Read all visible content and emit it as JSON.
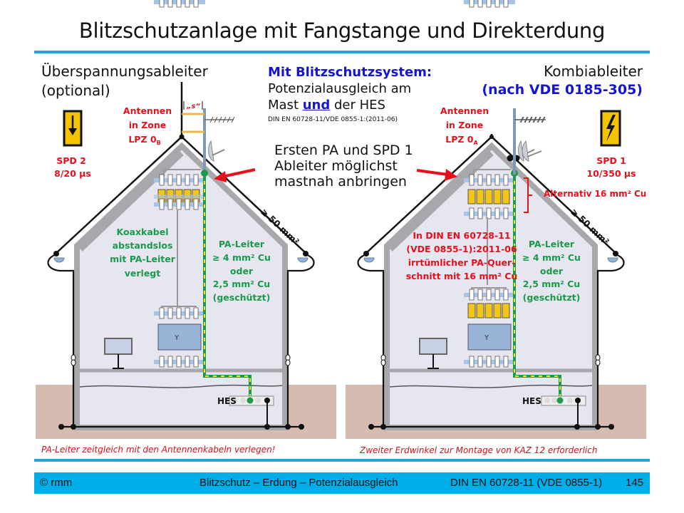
{
  "title": "Blitzschutzanlage mit Fangstange und Direkterdung",
  "left_heading": {
    "line1": "Überspannungsableiter",
    "line2": "(optional)"
  },
  "center_heading": {
    "line1": "Mit Blitzschutzsystem:",
    "line2": "Potenzialausgleich am",
    "line3_a": "Mast ",
    "line3_b": "und",
    "line3_c": " der HES",
    "norm": "DIN EN 60728-11/VDE 0855-1:(2011-06)"
  },
  "callout": {
    "line1": "Ersten PA und SPD 1",
    "line2": "Ableiter möglichst",
    "line3": "mastnah anbringen"
  },
  "right_heading": {
    "line1": "Kombiableiter",
    "line2": "(nach VDE 0185-305)"
  },
  "spd2": {
    "label": "SPD 2",
    "rating": "8/20 µs",
    "icon": "arrow-down-icon"
  },
  "spd1": {
    "label": "SPD 1",
    "rating": "10/350 µs",
    "icon": "lightning-icon"
  },
  "left_house": {
    "zone": [
      "Antennen",
      "in Zone",
      "LPZ 0"
    ],
    "zone_sub": "B",
    "distance": "„s“",
    "coax": [
      "Koaxkabel",
      "abstandslos",
      "mit PA-Leiter",
      "verlegt"
    ],
    "pa": [
      "PA-Leiter",
      "≥ 4 mm² Cu",
      "oder",
      "2,5 mm² Cu",
      "(geschützt)"
    ],
    "roof": "≥ 50 mm²",
    "hes": "HES"
  },
  "right_house": {
    "zone": [
      "Antennen",
      "in  Zone",
      "LPZ 0"
    ],
    "zone_sub": "A",
    "alternativ": "Alternativ 16 mm² Cu",
    "error": [
      "In DIN EN 60728-11",
      "(VDE 0855-1):2011-06",
      "irrtümlicher PA-Quer-",
      "schnitt mit 16 mm² Cu"
    ],
    "pa": [
      "PA-Leiter",
      "≥ 4 mm² Cu",
      "oder",
      "2,5 mm² Cu",
      "(geschützt)"
    ],
    "roof": "≥ 50 mm²",
    "hes": "HES"
  },
  "notes": {
    "left": "PA-Leiter zeitgleich mit den Antennenkabeln verlegen!",
    "right": "Zweiter Erdwinkel zur Montage von KAZ 12 erforderlich"
  },
  "footer": {
    "copyright": "© rmm",
    "topic": "Blitzschutz – Erdung – Potenzialausgleich",
    "norm": "DIN EN 60728-11 (VDE 0855-1)",
    "page": "145"
  },
  "colors": {
    "accent": "#1ba6dc",
    "footer": "#00aeea",
    "red": "#e8101c",
    "green": "#1a9a4a",
    "ground": "#d6bcb0"
  }
}
